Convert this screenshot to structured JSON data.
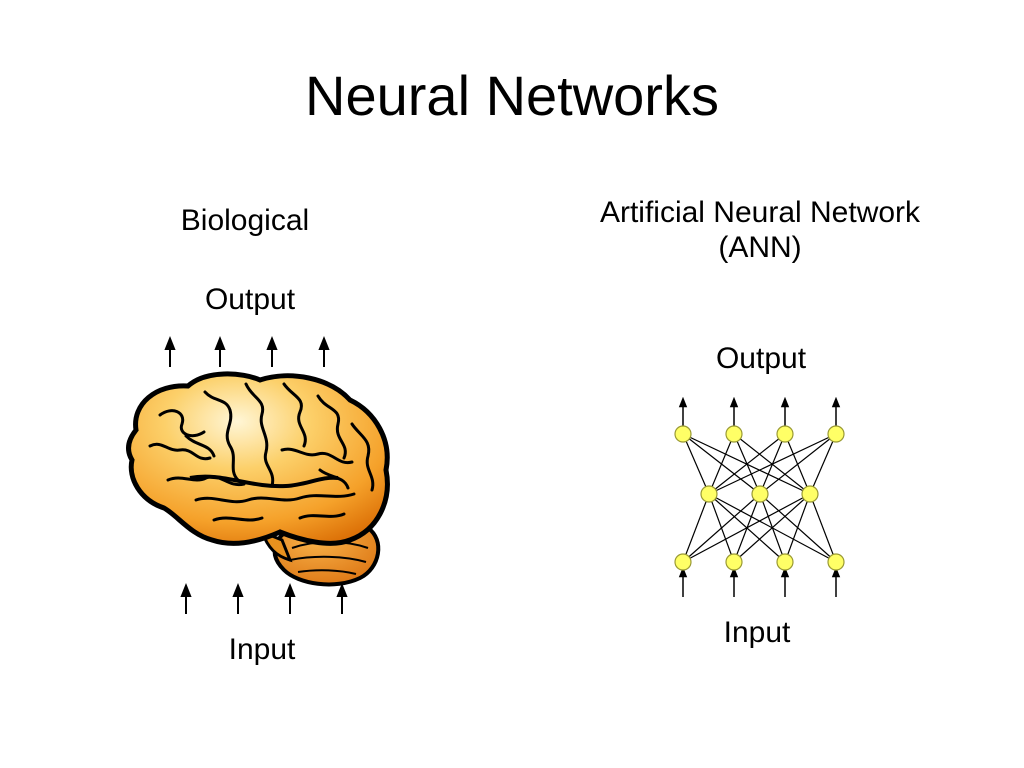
{
  "title": "Neural Networks",
  "biological": {
    "label": "Biological",
    "output_label": "Output",
    "input_label": "Input"
  },
  "ann": {
    "title_line1": "Artificial Neural Network",
    "title_line2": "(ANN)",
    "output_label": "Output",
    "input_label": "Input",
    "layers": [
      4,
      3,
      4
    ]
  },
  "colors": {
    "node_fill": "#ffff66",
    "node_stroke": "#999933",
    "brain_light": "#fff2c4",
    "brain_mid": "#f9b233",
    "brain_dark": "#e07a0c",
    "line": "#000000"
  },
  "icons": {
    "brain": "brain-illustration",
    "arrow": "up-arrow-icon"
  }
}
